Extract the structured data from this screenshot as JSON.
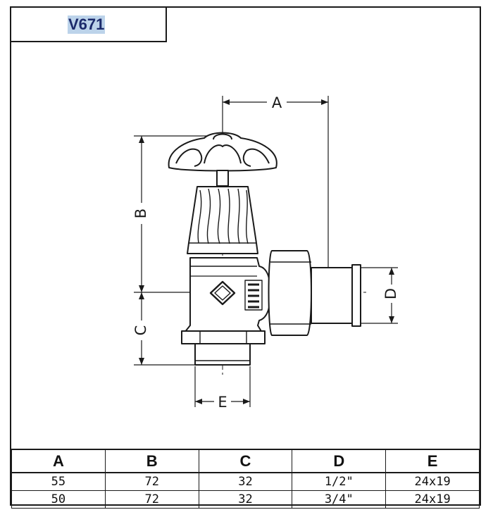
{
  "title": "V671",
  "dimension_labels": {
    "a": "A",
    "b": "B",
    "c": "C",
    "d": "D",
    "e": "E"
  },
  "table": {
    "headers": [
      "A",
      "B",
      "C",
      "D",
      "E"
    ],
    "rows": [
      [
        "55",
        "72",
        "32",
        "1/2\"",
        "24x19"
      ],
      [
        "50",
        "72",
        "32",
        "3/4\"",
        "24x19"
      ]
    ]
  }
}
